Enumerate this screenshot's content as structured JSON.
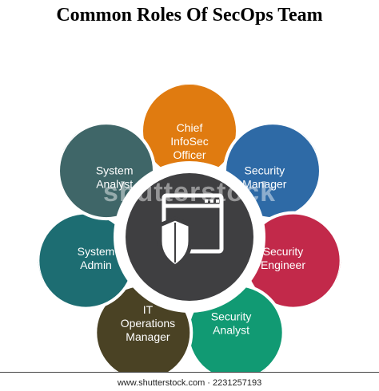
{
  "title": "Common Roles Of SecOps Team",
  "center_icon": "browser-window-shield-icon",
  "roles": [
    {
      "lines": [
        "Chief",
        "InfoSec",
        "Officer"
      ],
      "color": "#e07b10"
    },
    {
      "lines": [
        "Security",
        "Manager"
      ],
      "color": "#2e6aa6"
    },
    {
      "lines": [
        "Security",
        "Engineer"
      ],
      "color": "#c2294a"
    },
    {
      "lines": [
        "Security",
        "Analyst"
      ],
      "color": "#119a73"
    },
    {
      "lines": [
        "IT",
        "Operations",
        "Manager"
      ],
      "color": "#4a4224"
    },
    {
      "lines": [
        "System",
        "Admin"
      ],
      "color": "#1d6d72"
    },
    {
      "lines": [
        "System",
        "Analyst"
      ],
      "color": "#3f6668"
    }
  ],
  "colors": {
    "center": "#3f3f41",
    "ring": "#ffffff"
  },
  "watermark": "shutterstock",
  "footer": "www.shutterstock.com · 2231257193"
}
